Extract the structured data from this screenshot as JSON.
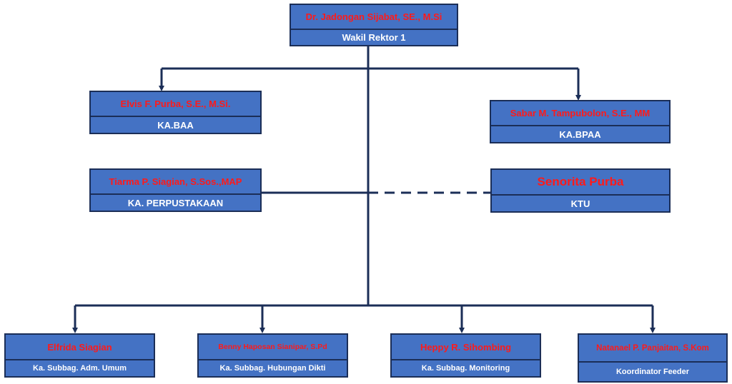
{
  "org": {
    "top": {
      "name": "Dr. Jadongan Sijabat, SE., M.Si",
      "role": "Wakil Rektor 1"
    },
    "baa": {
      "name": "Elvis F. Purba, S.E., M.Si.",
      "role": "KA.BAA"
    },
    "bpaa": {
      "name": "Sabar M. Tampubolon, S.E., MM",
      "role": "KA.BPAA"
    },
    "perpustakaan": {
      "name": "Tiarma P. Siagian, S.Sos.,MAP",
      "role": "KA. PERPUSTAKAAN"
    },
    "ktu": {
      "name": "Senorita Purba",
      "role": "KTU"
    },
    "subbag_umum": {
      "name": "Elfrida Siagian",
      "role": "Ka. Subbag. Adm. Umum"
    },
    "subbag_dikti": {
      "name": "Benny Haposan Sianipar, S.Pd",
      "role": "Ka. Subbag. Hubungan Dikti"
    },
    "subbag_monitoring": {
      "name": "Heppy R. Sihombing",
      "role": "Ka. Subbag. Monitoring"
    },
    "feeder": {
      "name": "Natanael P. Panjaitan, S.Kom",
      "role": "Koordinator Feeder"
    }
  },
  "colors": {
    "box_fill": "#4472c4",
    "border": "#1b2e57",
    "name_text": "#ff1a1a",
    "role_text": "#ffffff"
  }
}
